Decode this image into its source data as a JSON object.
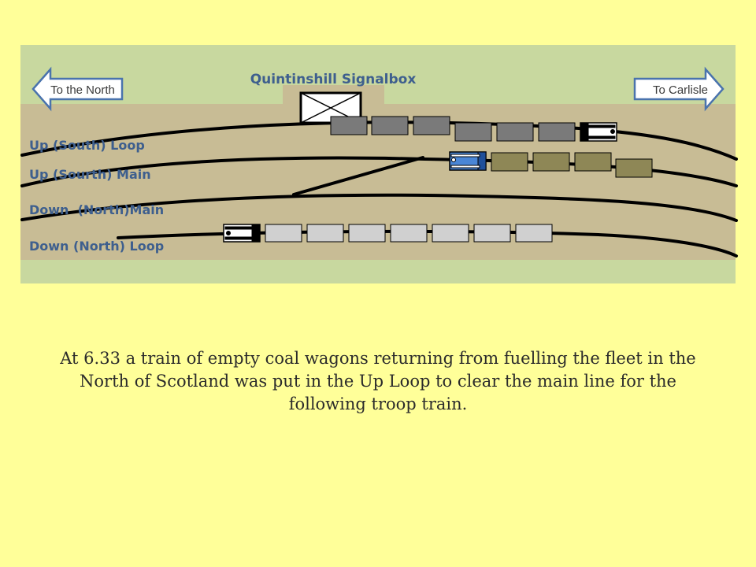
{
  "diagram": {
    "title": "Quintinshill Signalbox",
    "direction_left": "To the North",
    "direction_right": "To Carlisle",
    "track_labels": [
      "Up (South) Loop",
      "Up (Sourth) Main",
      "Down  (North)Main",
      "Down (North) Loop"
    ]
  },
  "trains": [
    {
      "track": "Up (South) Loop",
      "description": "empty coal wagons with locomotive",
      "wagons": 6
    },
    {
      "track": "Up (Sourth) Main",
      "description": "locomotive with four wagons",
      "wagons": 4
    },
    {
      "track": "Down (North) Loop",
      "description": "locomotive with seven carriages",
      "wagons": 7
    }
  ],
  "caption": {
    "line1": "At 6.33 a train of empty coal wagons returning from fuelling the fleet in the",
    "line2": "North of Scotland was put in the Up Loop to clear the main line for the",
    "line3": "following troop train."
  },
  "colors": {
    "page_background": "#ffff99",
    "field": "#c8d89f",
    "track_bed": "#c8bc95",
    "label_text": "#3e5f8e",
    "arrow_fill": "#ffffff",
    "arrow_stroke": "#4a73ad",
    "empty_wagon": "#7a7a7a",
    "light_wagon": "#d0d0d0",
    "coal_wagon": "#8e8756",
    "blue_loco": "#4a86d6"
  }
}
